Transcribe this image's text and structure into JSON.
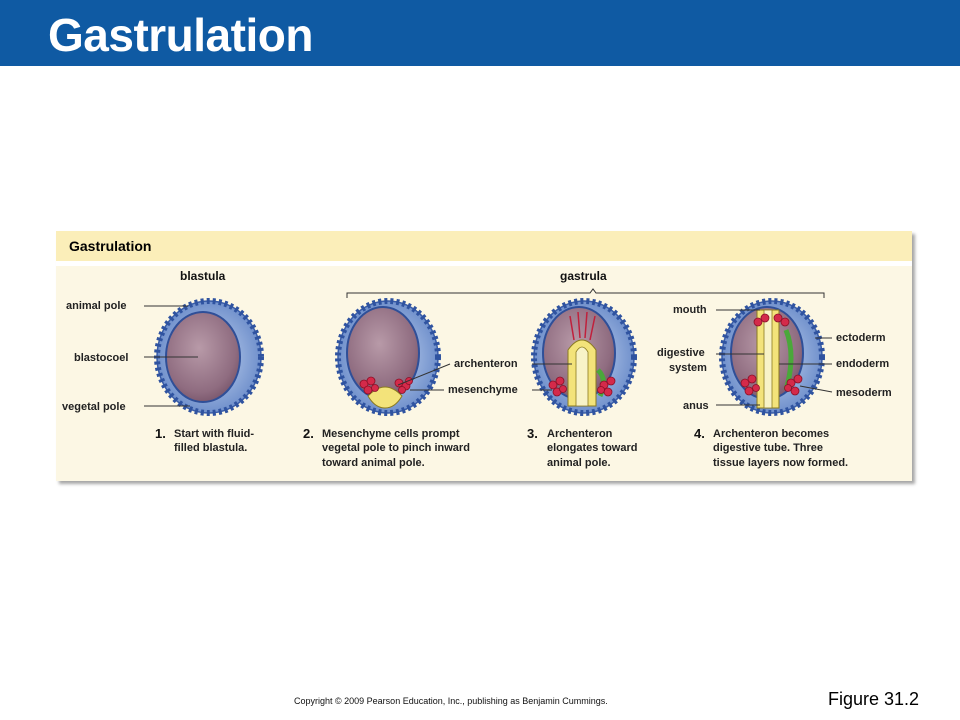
{
  "slide": {
    "title": "Gastrulation"
  },
  "figure": {
    "header": "Gastrulation",
    "stage_labels": {
      "blastula": "blastula",
      "gastrula": "gastrula"
    },
    "labels": {
      "animal_pole": "animal pole",
      "blastocoel": "blastocoel",
      "vegetal_pole": "vegetal pole",
      "archenteron": "archenteron",
      "mesenchyme": "mesenchyme",
      "mouth": "mouth",
      "digestive_1": "digestive",
      "digestive_2": "system",
      "anus": "anus",
      "ectoderm": "ectoderm",
      "endoderm": "endoderm",
      "mesoderm": "mesoderm"
    },
    "steps": [
      {
        "num": "1.",
        "lines": [
          "Start with fluid-",
          "filled blastula."
        ]
      },
      {
        "num": "2.",
        "lines": [
          "Mesenchyme  cells prompt",
          "vegetal pole to pinch inward",
          "toward animal pole."
        ]
      },
      {
        "num": "3.",
        "lines": [
          "Archenteron",
          "elongates toward",
          "animal pole."
        ]
      },
      {
        "num": "4.",
        "lines": [
          "Archenteron  becomes",
          "digestive tube.  Three",
          "tissue layers now formed."
        ]
      }
    ]
  },
  "footer": {
    "copyright": "Copyright © 2009 Pearson Education, Inc., publishing as Benjamin Cummings.",
    "figure_ref": "Figure 31.2"
  }
}
